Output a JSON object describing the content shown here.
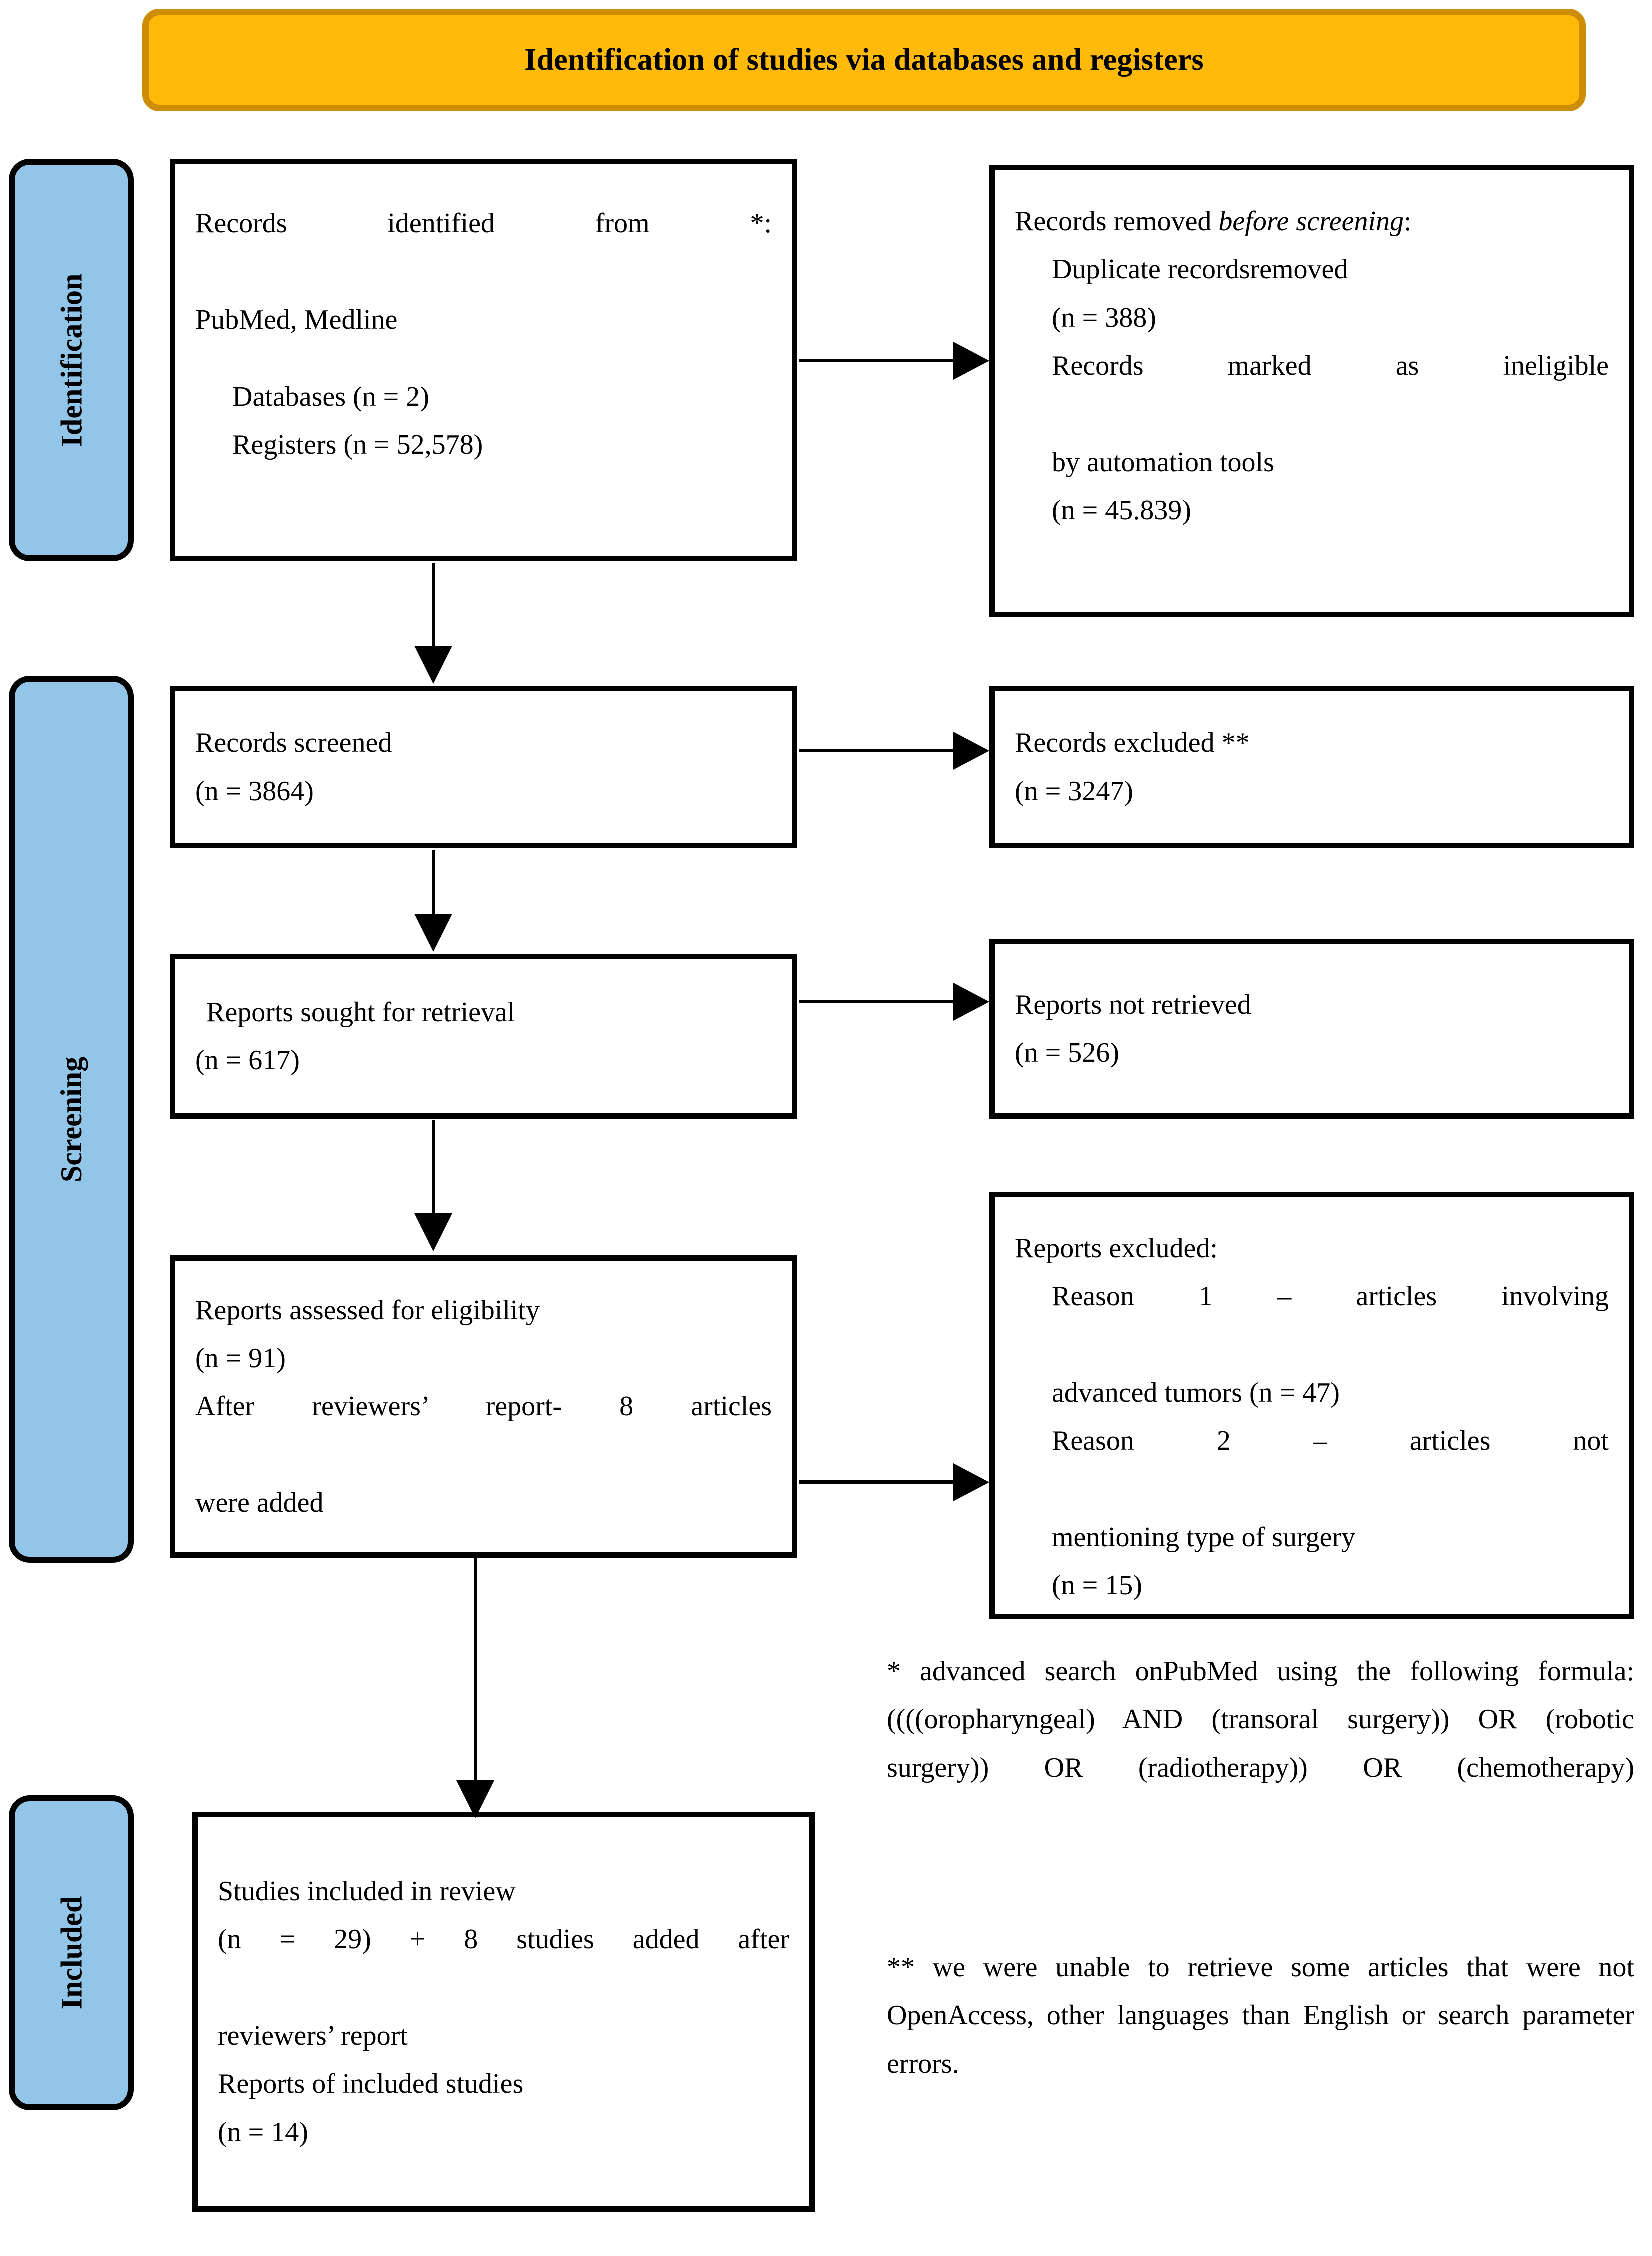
{
  "banner": {
    "title": "Identification of studies via databases and registers",
    "fill_color": "#FFB908",
    "border_color": "#CC8E00"
  },
  "stages": [
    {
      "label": "Identification",
      "fill_color": "#92C5E8"
    },
    {
      "label": "Screening",
      "fill_color": "#92C5E8"
    },
    {
      "label": "Included",
      "fill_color": "#92C5E8"
    }
  ],
  "boxes": {
    "records_identified": {
      "line1": "Records identified from *:",
      "line2": "PubMed, Medline",
      "line3": "Databases (n = 2)",
      "line4": "Registers (n = 52,578)"
    },
    "records_removed": {
      "line1_a": "Records removed ",
      "line1_b": "before screening",
      "line1_c": ":",
      "line2": "Duplicate recordsremoved",
      "line3": "(n = 388)",
      "line4": "Records marked as ineligible",
      "line5": "by automation tools",
      "line6": "(n = 45.839)"
    },
    "records_screened": {
      "line1": "Records screened",
      "line2": "(n = 3864)"
    },
    "records_excluded": {
      "line1": "Records excluded **",
      "line2": "(n = 3247)"
    },
    "reports_sought": {
      "line1": "Reports sought for retrieval",
      "line2": "(n = 617)"
    },
    "reports_not_retrieved": {
      "line1": "Reports not retrieved",
      "line2": "(n = 526)"
    },
    "reports_assessed": {
      "line1": "Reports assessed for eligibility",
      "line2": "(n = 91)",
      "line3": "After reviewers’ report- 8 articles",
      "line4": "were added"
    },
    "reports_excluded": {
      "line1": "Reports excluded:",
      "line2": "Reason 1 – articles involving",
      "line3": "advanced tumors (n = 47)",
      "line4": "Reason 2 – articles not",
      "line5": "mentioning type of surgery",
      "line6": "(n = 15)"
    },
    "studies_included": {
      "line1": "Studies included in review",
      "line2": "(n = 29) + 8 studies added after",
      "line3": "reviewers’ report",
      "line4": "Reports of included studies",
      "line5": "(n = 14)"
    }
  },
  "footnotes": {
    "single_star": "* advanced search onPubMed using the following formula: ((((oropharyngeal) AND (transoral surgery)) OR (robotic surgery)) OR (radiotherapy)) OR (chemotherapy)",
    "double_star": "** we were unable to retrieve some articles that were not OpenAccess, other languages than English or search parameter errors."
  }
}
